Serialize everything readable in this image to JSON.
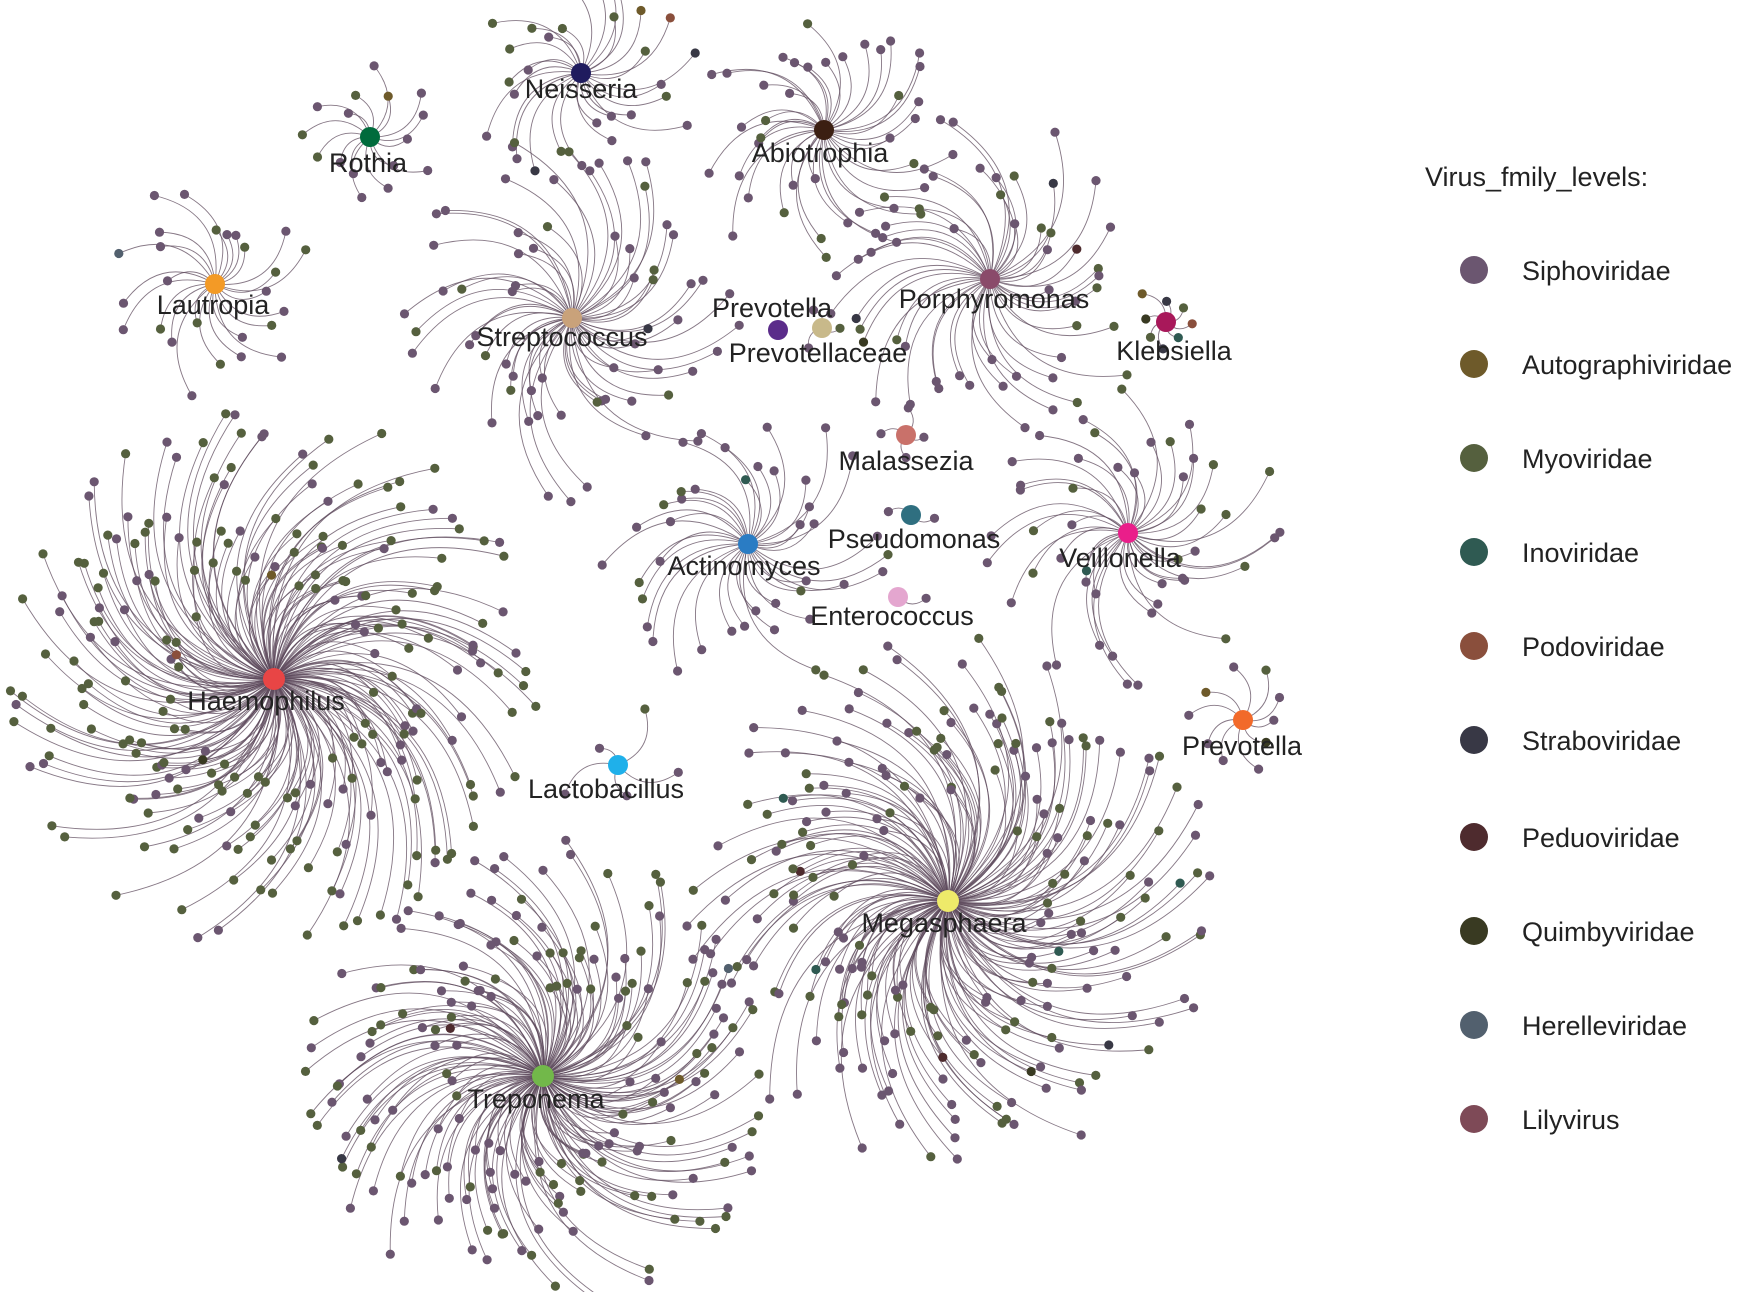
{
  "hubs": [
    {
      "id": "neisseria",
      "label": "Neisseria",
      "color": "#1f1b5e",
      "leaves": 30,
      "mix": [
        0.6,
        0.35,
        0.05
      ]
    },
    {
      "id": "rothia",
      "label": "Rothia",
      "color": "#006b3c",
      "leaves": 16,
      "mix": [
        0.7,
        0.25,
        0.05
      ]
    },
    {
      "id": "abiotrophia",
      "label": "Abiotrophia",
      "color": "#3b1f12",
      "leaves": 40,
      "mix": [
        0.7,
        0.25,
        0.05
      ]
    },
    {
      "id": "lautropia",
      "label": "Lautropia",
      "color": "#f39a26",
      "leaves": 26,
      "mix": [
        0.65,
        0.25,
        0.1
      ]
    },
    {
      "id": "streptococcus",
      "label": "Streptococcus",
      "color": "#c9a27a",
      "leaves": 64,
      "mix": [
        0.8,
        0.17,
        0.03
      ]
    },
    {
      "id": "prevotella1",
      "label": "Prevotella",
      "color": "#5b2c8a",
      "leaves": 0,
      "mix": [
        1,
        0,
        0
      ]
    },
    {
      "id": "prevotellaceae",
      "label": "Prevotellaceae",
      "color": "#c8b98a",
      "leaves": 3,
      "mix": [
        0.7,
        0.3,
        0
      ]
    },
    {
      "id": "porphyromonas",
      "label": "Porphyromonas",
      "color": "#8a4a6a",
      "leaves": 54,
      "mix": [
        0.75,
        0.22,
        0.03
      ]
    },
    {
      "id": "klebsiella",
      "label": "Klebsiella",
      "color": "#a8185a",
      "leaves": 8,
      "mix": [
        0.5,
        0.2,
        0.3
      ]
    },
    {
      "id": "malassezia",
      "label": "Malassezia",
      "color": "#c9716a",
      "leaves": 4,
      "mix": [
        1,
        0,
        0
      ]
    },
    {
      "id": "actinomyces",
      "label": "Actinomyces",
      "color": "#2a7cc4",
      "leaves": 40,
      "mix": [
        0.8,
        0.18,
        0.02
      ]
    },
    {
      "id": "pseudomonas",
      "label": "Pseudomonas",
      "color": "#2f6f80",
      "leaves": 2,
      "mix": [
        1,
        0,
        0
      ]
    },
    {
      "id": "veillonella",
      "label": "Veillonella",
      "color": "#ea1e8a",
      "leaves": 46,
      "mix": [
        0.8,
        0.18,
        0.02
      ]
    },
    {
      "id": "enterococcus",
      "label": "Enterococcus",
      "color": "#e4a6cf",
      "leaves": 1,
      "mix": [
        1,
        0,
        0
      ]
    },
    {
      "id": "haemophilus",
      "label": "Haemophilus",
      "color": "#e84545",
      "leaves": 230,
      "mix": [
        0.35,
        0.62,
        0.03
      ]
    },
    {
      "id": "prevotella2",
      "label": "Prevotella",
      "color": "#f26a2a",
      "leaves": 10,
      "mix": [
        0.8,
        0.1,
        0.1
      ]
    },
    {
      "id": "lactobacillus",
      "label": "Lactobacillus",
      "color": "#1fb0ea",
      "leaves": 5,
      "mix": [
        0.8,
        0.2,
        0
      ]
    },
    {
      "id": "megasphaera",
      "label": "Megasphaera",
      "color": "#eeea6a",
      "leaves": 210,
      "mix": [
        0.55,
        0.43,
        0.02
      ]
    },
    {
      "id": "treponema",
      "label": "Treponema",
      "color": "#72b84a",
      "leaves": 190,
      "mix": [
        0.55,
        0.43,
        0.02
      ]
    }
  ],
  "legend": {
    "title": "Virus_fmily_levels:",
    "items": [
      {
        "label": "Siphoviridae",
        "color": "#6b5670"
      },
      {
        "label": "Autographiviridae",
        "color": "#6e5a2a"
      },
      {
        "label": "Myoviridae",
        "color": "#55603e"
      },
      {
        "label": "Inoviridae",
        "color": "#2f5a52"
      },
      {
        "label": "Podoviridae",
        "color": "#8a4f3c"
      },
      {
        "label": "Straboviridae",
        "color": "#383845"
      },
      {
        "label": "Peduoviridae",
        "color": "#4e2b2e"
      },
      {
        "label": "Quimbyviridae",
        "color": "#393a22"
      },
      {
        "label": "Herelleviridae",
        "color": "#52606e"
      },
      {
        "label": "Lilyvirus",
        "color": "#7e4a57"
      }
    ]
  },
  "edge_color": "#5e4a5c"
}
